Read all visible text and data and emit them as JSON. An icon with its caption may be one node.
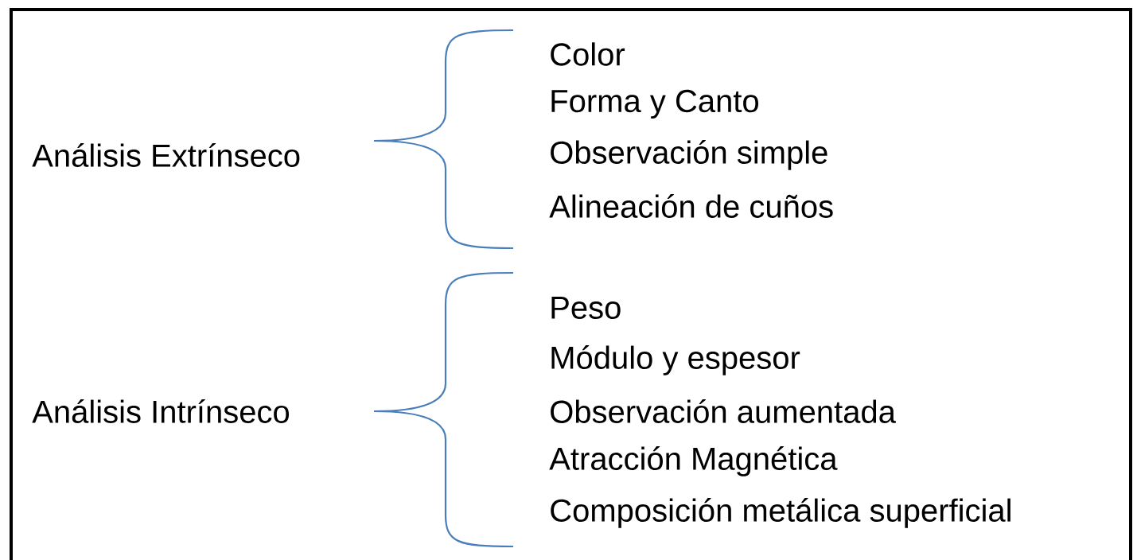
{
  "diagram": {
    "labels": [
      "Análisis Extrínseco",
      "Color",
      "Forma y Canto",
      "Observación simple",
      "Alineación de cuños",
      "Análisis Intrínseco",
      "Peso",
      "Módulo y espesor",
      "Observación aumentada",
      "Atracción Magnética",
      "Composición metálica superficial"
    ]
  }
}
